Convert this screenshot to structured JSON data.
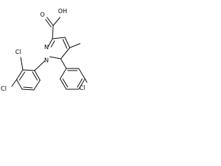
{
  "molecule": {
    "labels": {
      "carboxyl_oh": "OH",
      "carbonyl_o": "O",
      "pyrazole_n2": "N",
      "pyrazole_n1": "N",
      "chlorine_a": "Cl",
      "chlorine_b": "Cl",
      "chlorine_c": "Cl"
    }
  },
  "colors": {
    "ink": "#000000",
    "background": "#ffffff"
  }
}
